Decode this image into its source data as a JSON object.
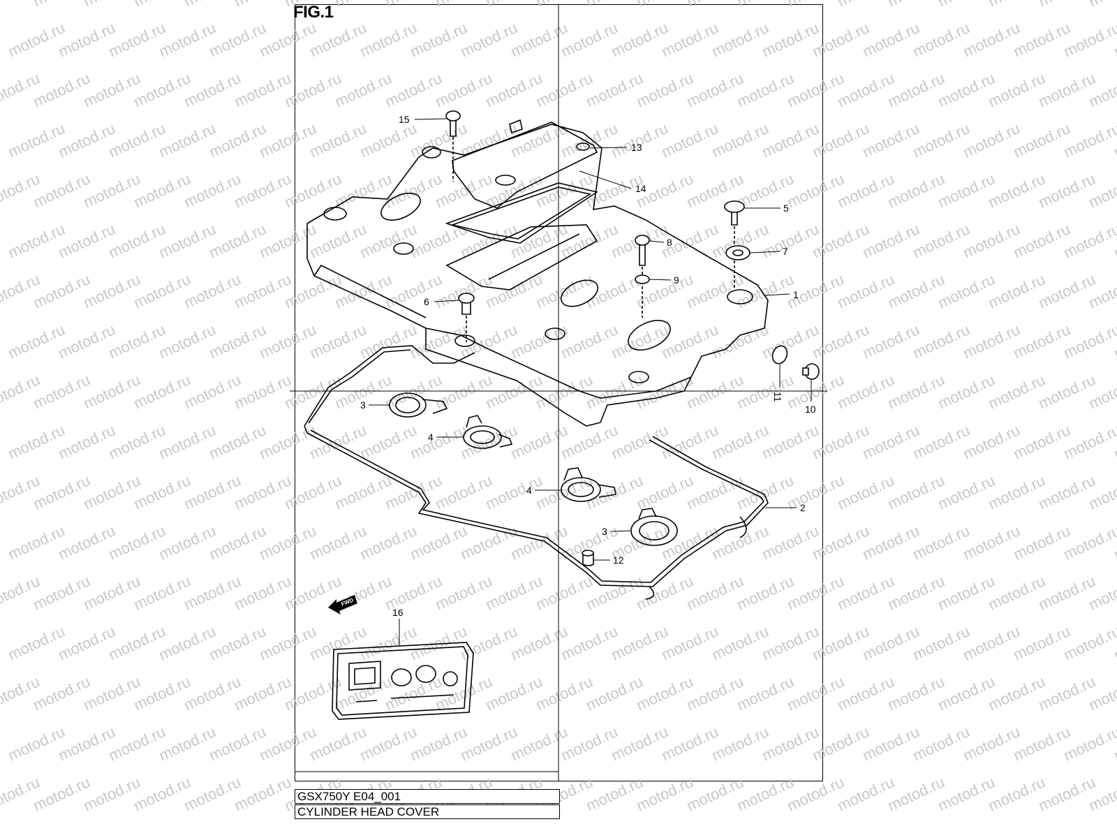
{
  "figure": {
    "label": "FIG.1"
  },
  "watermark": {
    "text": "motod.ru",
    "color": "#c8c8c8"
  },
  "callouts": [
    {
      "id": "15",
      "part": "bolt-top"
    },
    {
      "id": "13",
      "part": "breather-cover"
    },
    {
      "id": "14",
      "part": "breather-gasket"
    },
    {
      "id": "5",
      "part": "bolt-cap"
    },
    {
      "id": "8",
      "part": "bolt"
    },
    {
      "id": "7",
      "part": "washer"
    },
    {
      "id": "9",
      "part": "washer-small"
    },
    {
      "id": "1",
      "part": "cylinder-head-cover"
    },
    {
      "id": "6",
      "part": "bolt-flange"
    },
    {
      "id": "11",
      "part": "o-ring"
    },
    {
      "id": "10",
      "part": "plug"
    },
    {
      "id": "3",
      "part": "plug-hole-seal"
    },
    {
      "id": "4",
      "part": "plug-hole-seal"
    },
    {
      "id": "4",
      "part": "plug-hole-seal"
    },
    {
      "id": "2",
      "part": "head-cover-gasket"
    },
    {
      "id": "3",
      "part": "plug-hole-seal"
    },
    {
      "id": "12",
      "part": "dowel"
    },
    {
      "id": "16",
      "part": "gasket-set"
    }
  ],
  "fwd_label": "FWD",
  "title_block": {
    "code": "GSX750Y E04_001",
    "name": "CYLINDER HEAD COVER"
  }
}
